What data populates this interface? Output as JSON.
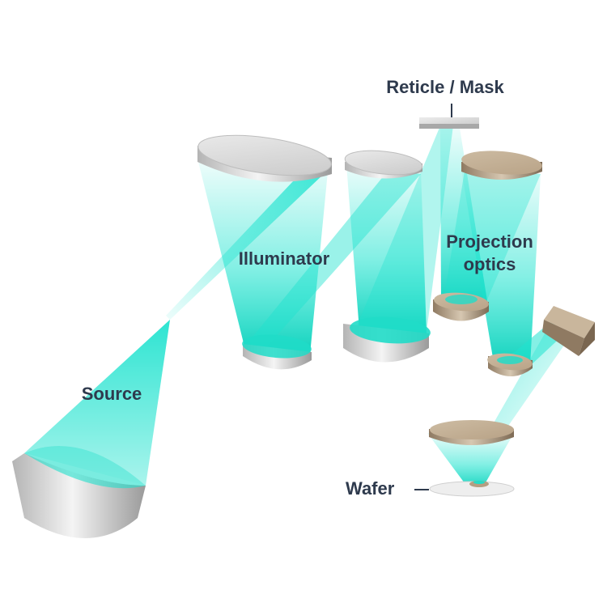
{
  "diagram": {
    "labels": {
      "reticle": "Reticle / Mask",
      "illuminator": "Illuminator",
      "projection": "Projection\noptics",
      "source": "Source",
      "wafer": "Wafer"
    },
    "colors": {
      "text": "#2e3a4d",
      "beam": "#1fe3cf",
      "beam_dark": "#12c9b6",
      "mirror_silver": "#dcdcdc",
      "mirror_silver_dark": "#a9a9a9",
      "mirror_bronze": "#c7b49a",
      "mirror_bronze_dark": "#8f7a62"
    }
  }
}
